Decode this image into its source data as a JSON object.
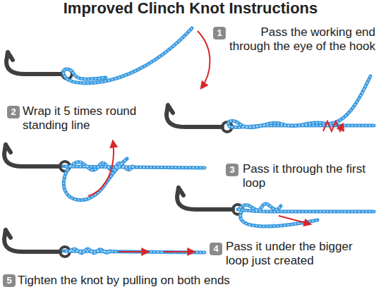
{
  "diagram": {
    "title": "Improved Clinch Knot Instructions",
    "labels": [
      "1",
      "Pass the working end through the eye of the hook",
      "2",
      "Wrap it 5 times round standing line",
      "3",
      "Pass it through the first loop",
      "4",
      "Pass it under the bigger loop just created",
      "5",
      "Tighten the knot by pulling on both ends"
    ]
  }
}
